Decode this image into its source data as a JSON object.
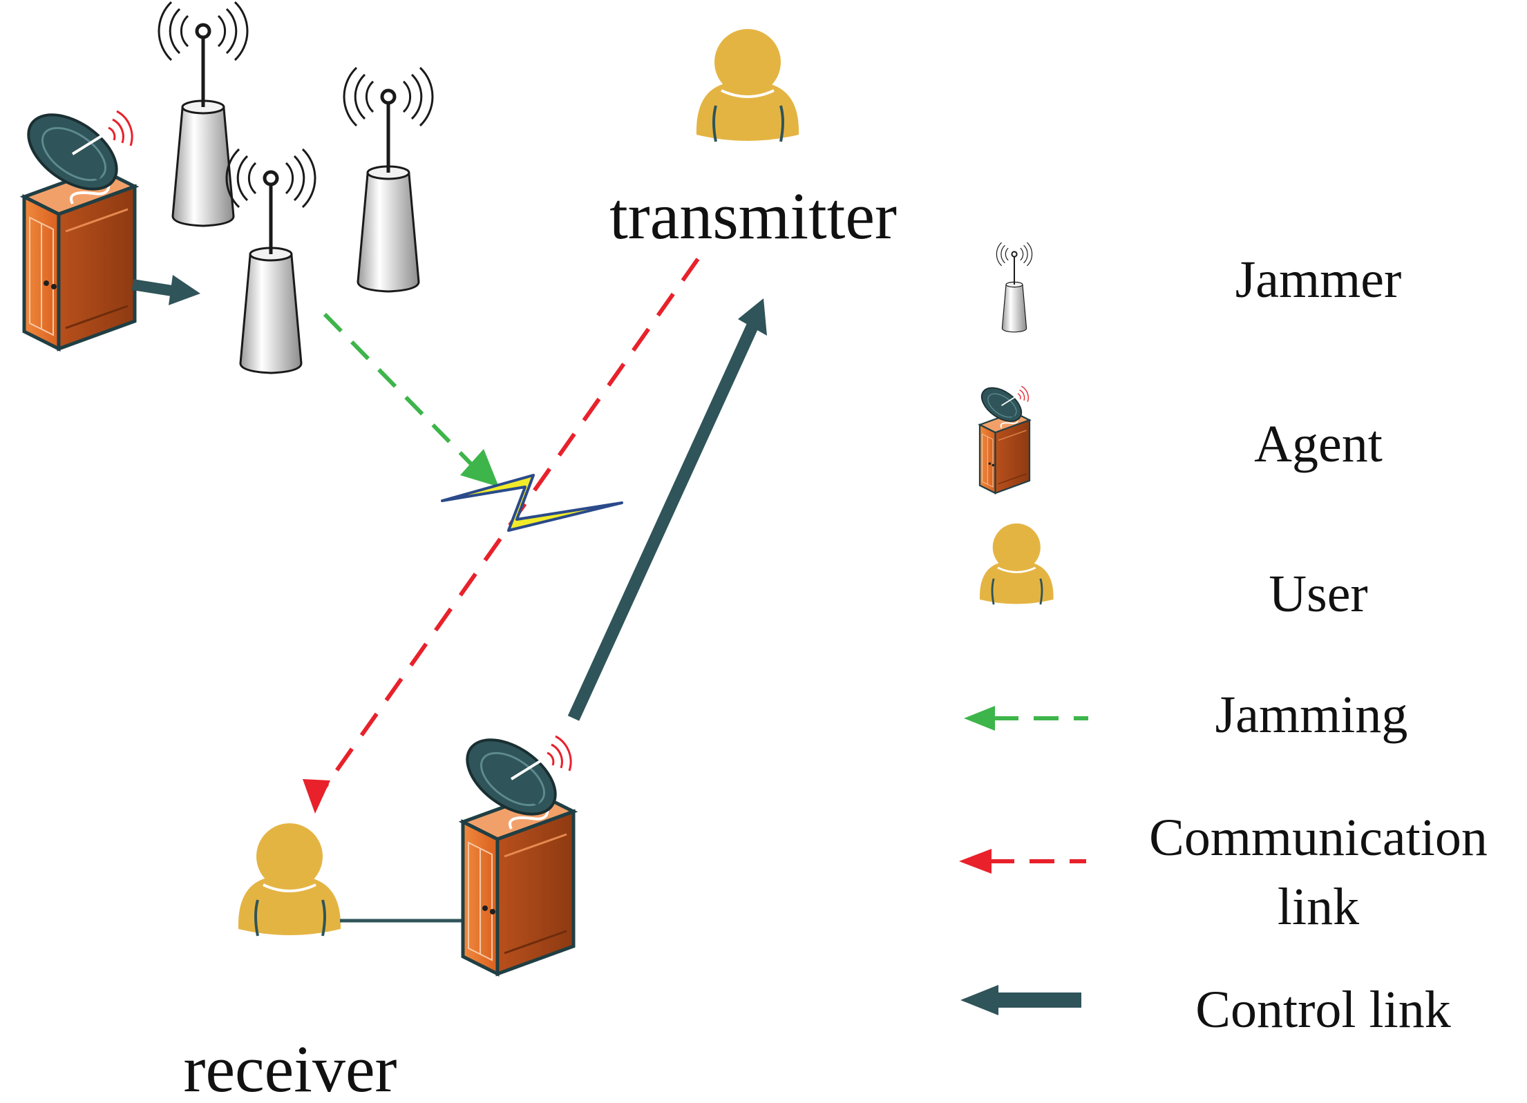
{
  "colors": {
    "control": "#2F5459",
    "jamming": "#3DB54A",
    "communication": "#E8212B",
    "user_skin": "#E4B443",
    "server_orange": "#E9722E",
    "antenna_body": "#D9D9D9",
    "bolt": "#F2EB2A"
  },
  "scene": {
    "transmitter_label": "transmitter",
    "receiver_label": "receiver"
  },
  "legend": {
    "jammer": "Jammer",
    "agent": "Agent",
    "user": "User",
    "jamming": "Jamming",
    "communication_line1": "Communication",
    "communication_line2": "link",
    "control": "Control link"
  },
  "icons": {
    "jammer": "antenna-tower-icon",
    "agent": "server-with-dish-icon",
    "user": "person-icon",
    "interference": "lightning-bolt-icon"
  }
}
